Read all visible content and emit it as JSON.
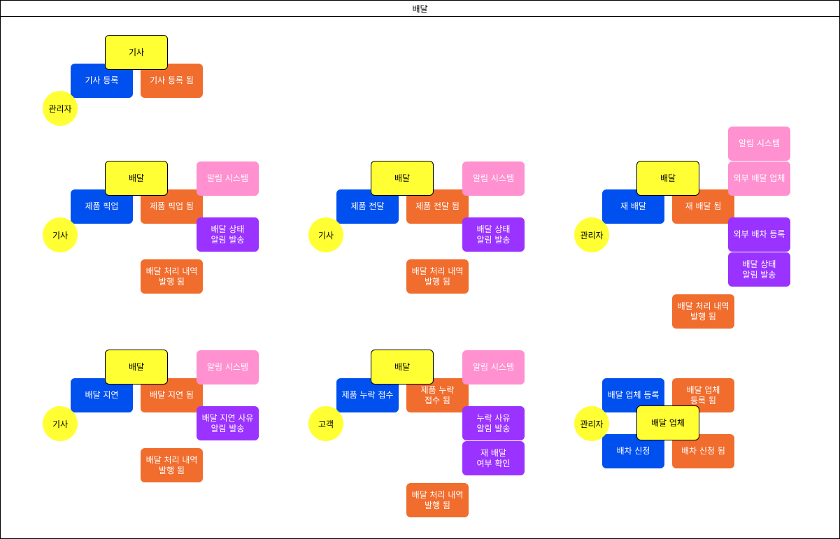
{
  "title": "배달",
  "groups": [
    {
      "actor": "관리자",
      "command": "기사 등록",
      "aggregate": "기사",
      "event": "기사 등록 됨"
    },
    {
      "actor": "기사",
      "command": "제품 픽업",
      "aggregate": "배달",
      "event": "제품 픽업 됨",
      "external": "알림 시스템",
      "policy": "배달 상태\n알림 발송",
      "event2": "배달 처리 내역\n발행 됨"
    },
    {
      "actor": "기사",
      "command": "제품 전달",
      "aggregate": "배달",
      "event": "제품 전달 됨",
      "external": "알림 시스템",
      "policy": "배달 상태\n알림 발송",
      "event2": "배달 처리 내역\n발행 됨"
    },
    {
      "actor": "관리자",
      "command": "재 배달",
      "aggregate": "배달",
      "event": "재 배달 됨",
      "external": "알림 시스템",
      "external2": "외부 배달 업체",
      "policy": "외부 배차 등록",
      "policy2": "배달 상태\n알림 발송",
      "event2": "배달 처리 내역\n발행 됨"
    },
    {
      "actor": "기사",
      "command": "배달 지연",
      "aggregate": "배달",
      "event": "배달 지연 됨",
      "external": "알림 시스템",
      "policy": "배달 지연 사유\n알림 발송",
      "event2": "배달 처리 내역\n발행 됨"
    },
    {
      "actor": "고객",
      "command": "제품 누락 접수",
      "aggregate": "배달",
      "event": "제품 누락\n접수 됨",
      "external": "알림 시스템",
      "policy": "누락 사유\n알림 발송",
      "policy2": "재 배달\n여부 확인",
      "event2": "배달 처리 내역\n발행 됨"
    },
    {
      "actor": "관리자",
      "command": "배달 업체 등록",
      "command2": "배차 신청",
      "aggregate": "배달 업체",
      "event": "배달 업체\n등록 됨",
      "event2": "배차 신청 됨"
    }
  ]
}
